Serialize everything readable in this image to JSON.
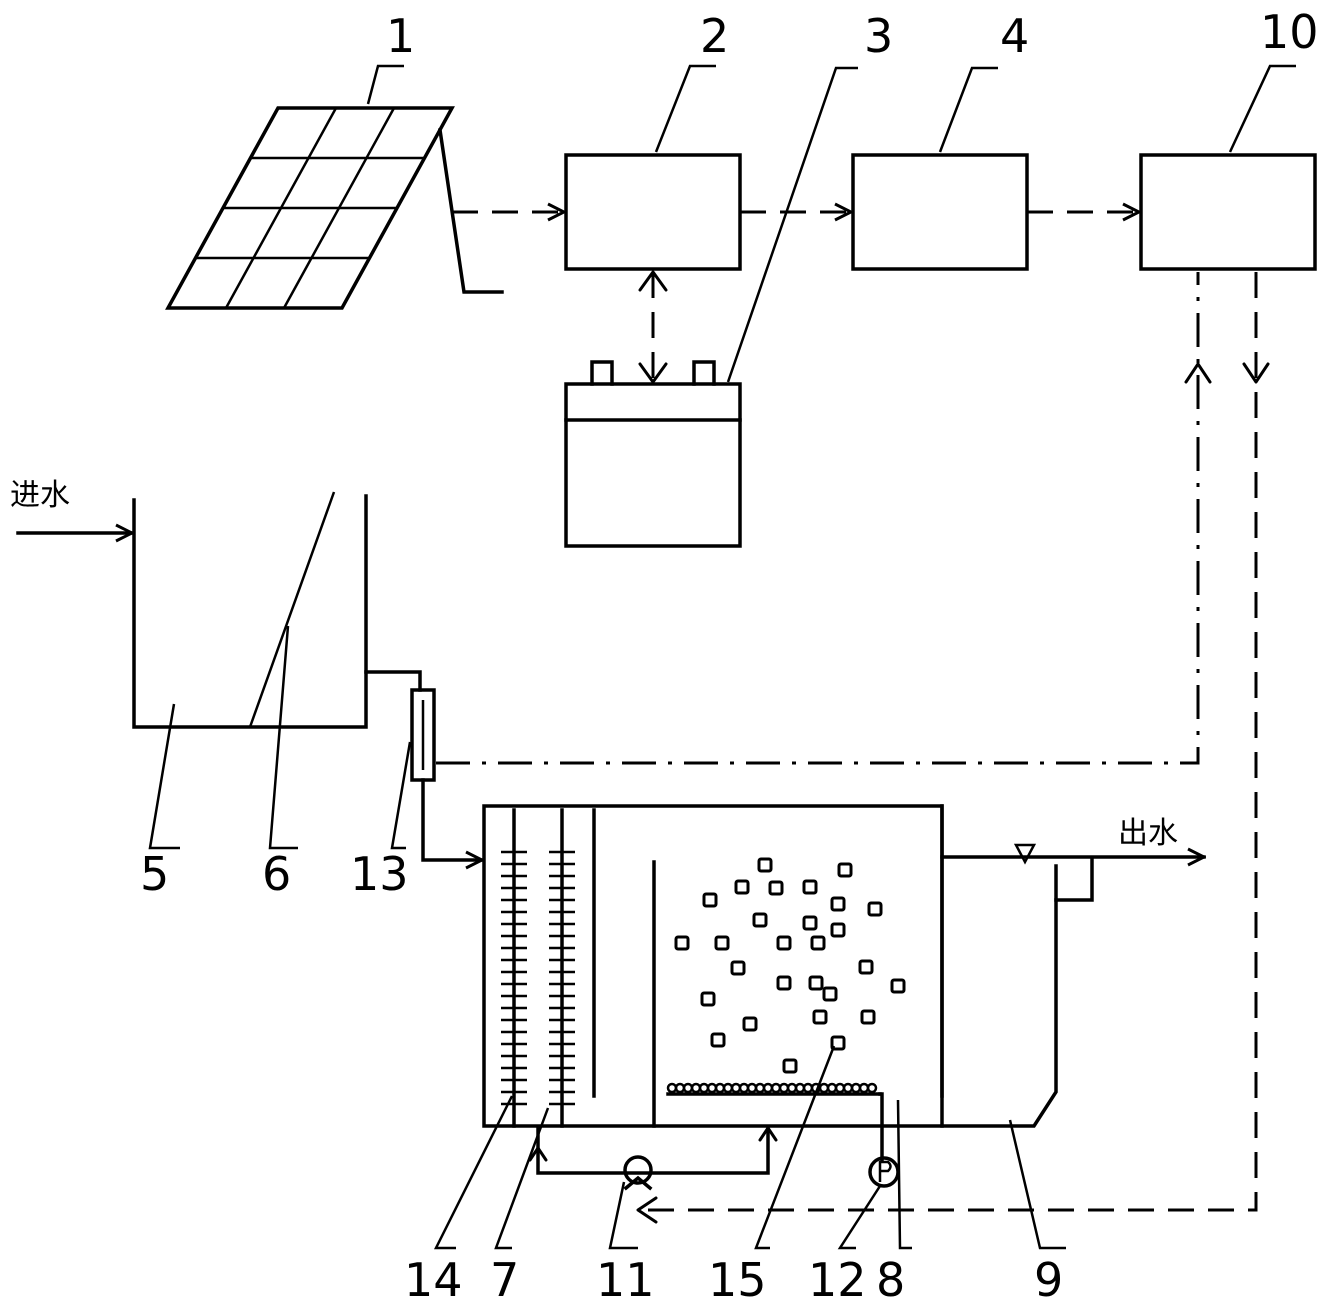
{
  "labels": {
    "solar_panel": "1",
    "controller": "2",
    "battery": "3",
    "inverter": "4",
    "raw_water_tank": "5",
    "settling_plate": "6",
    "electrolysis_chamber": "7",
    "outlet_chamber": "8",
    "effluent_channel": "9",
    "control_box": "10",
    "circulation_pump": "11",
    "air_pump": "12",
    "flowmeter": "13",
    "electrode_plates": "14",
    "aerator": "15"
  },
  "texts": {
    "water_in": "进水",
    "water_out": "出水"
  }
}
